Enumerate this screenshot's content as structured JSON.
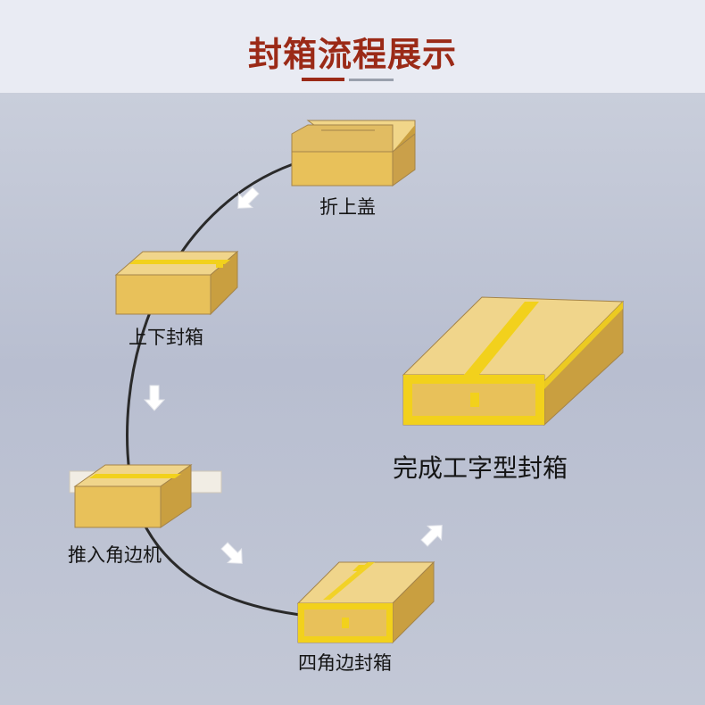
{
  "header": {
    "title": "封箱流程展示"
  },
  "steps": {
    "fold_top_cover": "折上盖",
    "top_bottom_seal": "上下封箱",
    "push_into_corner_machine": "推入角边机",
    "four_corner_seal": "四角边封箱",
    "final_h_seal": "完成工字型封箱"
  },
  "icons": {
    "arrow": "arrow-icon"
  },
  "colors": {
    "title": "#9b2a17",
    "box_face": "#e8c15a",
    "tape": "#f2d11c",
    "curve": "#2a2a2a",
    "arrow": "#ffffff"
  }
}
